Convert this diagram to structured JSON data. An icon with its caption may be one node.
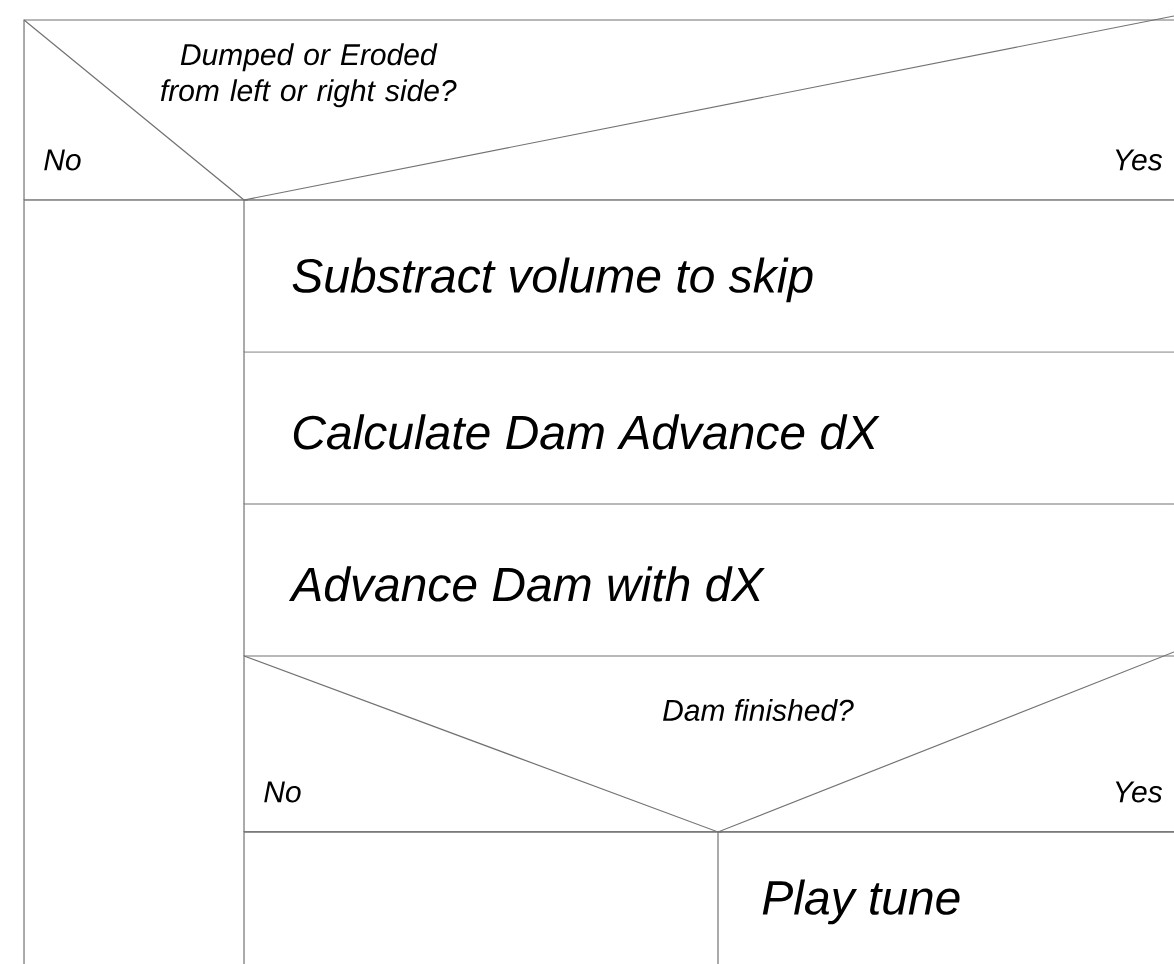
{
  "diagram": {
    "nodes": [
      {
        "text": [
          "Dumped or Eroded from left or right side?",
          "No",
          "Yes"
        ]
      },
      {
        "text": [],
        "shape": "box"
      },
      {
        "text": [
          "Substract volume to skip"
        ]
      },
      {
        "text": [
          "Calculate Dam Advance dX"
        ]
      },
      {
        "text": [
          "Advance Dam with dX"
        ]
      },
      {
        "text": [
          "Dam finished?",
          "No",
          "Yes"
        ]
      },
      {
        "text": [],
        "shape": "box"
      },
      {
        "text": [
          "Play tune"
        ]
      }
    ]
  }
}
